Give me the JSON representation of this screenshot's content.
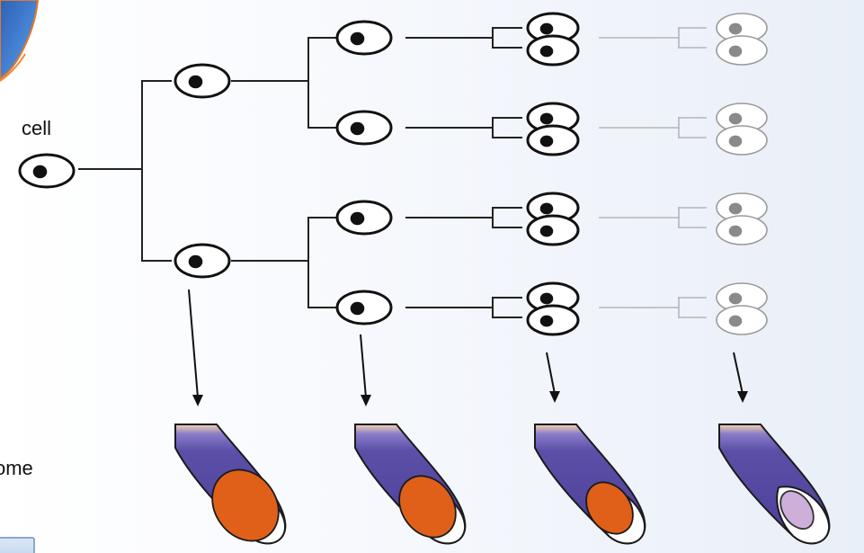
{
  "labels": {
    "cell": "cell",
    "telomere_partial": "ome"
  },
  "colors": {
    "cell_fill": "#ffffff",
    "cell_outline": "#111111",
    "nucleus": "#111111",
    "faded_cell_outline": "#9a9a9a",
    "faded_nucleus": "#8a8a8a",
    "chromosome_body": "#5b4fa8",
    "chromosome_tip_light": "#f4c89a",
    "telomere_cap": "#e0601a",
    "telomere_cap_faded": "#c9a7d6",
    "tree_line": "#222222",
    "faded_tree_line": "#b5b5b5",
    "arrow": "#111111",
    "background_left": "#ffffff",
    "background_right": "#e9eff8",
    "corner_blob": "#3a74c9"
  },
  "diagram": {
    "description_type": "cell division lineage with telomere shortening",
    "generations": 5,
    "chromosome_cap_fraction": [
      1.0,
      0.75,
      0.5,
      0.15
    ]
  }
}
